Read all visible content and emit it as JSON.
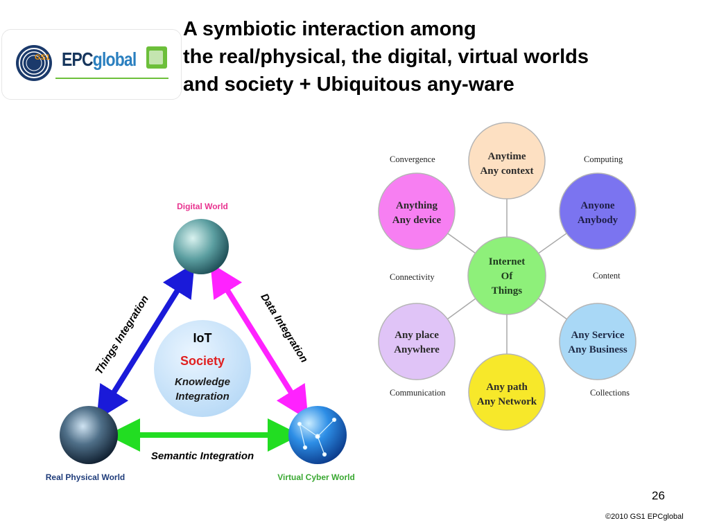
{
  "header": {
    "title_lines": [
      "A symbiotic interaction among",
      "the real/physical, the digital, virtual worlds",
      "and society + Ubiquitous any-ware"
    ]
  },
  "logo": {
    "gs1": "GS1",
    "epc": "EPC",
    "global": "global"
  },
  "triangle": {
    "top_label": "Digital World",
    "left_label": "Real Physical World",
    "right_label": "Virtual Cyber World",
    "left_edge": "Things Integration",
    "right_edge": "Data Integration",
    "bottom_edge": "Semantic Integration",
    "center": {
      "line1": "IoT",
      "line2": "Society",
      "line3": "Knowledge",
      "line4": "Integration"
    },
    "colors": {
      "left_arrow": "#1a1ad9",
      "right_arrow": "#ff22ff",
      "bottom_arrow": "#22dd22",
      "top_label": "#e8338f",
      "left_label": "#1f3c7a",
      "right_label": "#3aa832",
      "society": "#e02020"
    }
  },
  "iot": {
    "center": [
      "Internet",
      "Of",
      "Things"
    ],
    "nodes": [
      {
        "line1": "Anytime",
        "line2": "Any context",
        "color": "#fde0c2"
      },
      {
        "line1": "Anyone",
        "line2": "Anybody",
        "color": "#7b74f0"
      },
      {
        "line1": "Any Service",
        "line2": "Any Business",
        "color": "#a9d8f6"
      },
      {
        "line1": "Any path",
        "line2": "Any Network",
        "color": "#f7e82a"
      },
      {
        "line1": "Any place",
        "line2": "Anywhere",
        "color": "#e0c4f7"
      },
      {
        "line1": "Anything",
        "line2": "Any device",
        "color": "#f77ff2"
      }
    ],
    "center_color": "#8ef07a",
    "labels": {
      "convergence": "Convergence",
      "computing": "Computing",
      "connectivity": "Connectivity",
      "content": "Content",
      "communication": "Communication",
      "collections": "Collections"
    }
  },
  "footer": {
    "page": "26",
    "copyright": "©2010 GS1 EPCglobal"
  }
}
